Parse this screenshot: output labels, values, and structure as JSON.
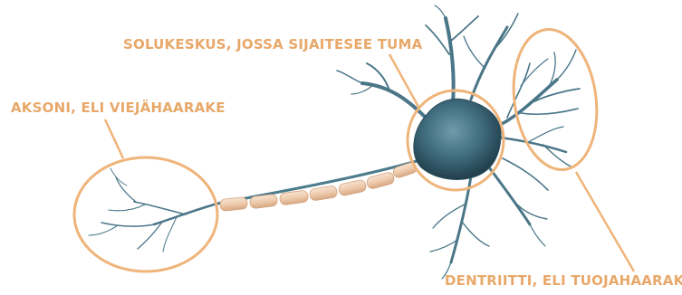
{
  "labels": {
    "soma": "SOLUKESKUS, JOSSA SIJAITESEE TUMA",
    "axon": "AKSONI, ELI VIEJÄHAARAKE",
    "dendrite": "DENTRIITTI, ELI TUOJAHAARAKE"
  },
  "colors": {
    "annotation": "#efb47a",
    "label_text": "#e8a86a",
    "cell_body": "#3f6c7e",
    "cell_body_dark": "#2c4f5e",
    "myelin": "#f0cdb0",
    "myelin_edge": "#d9ad8b",
    "axon_core": "#4c7b8d"
  }
}
